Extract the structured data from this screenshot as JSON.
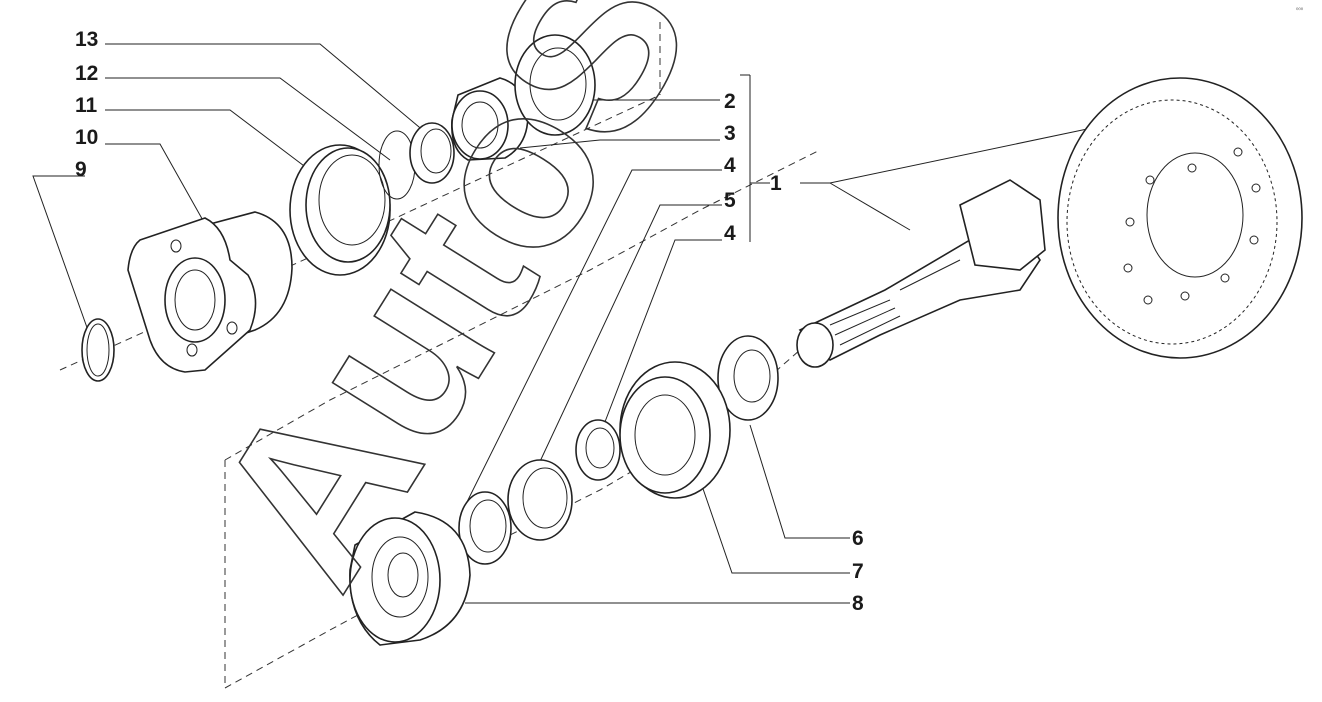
{
  "diagram": {
    "watermark": "AutoSoft",
    "corner_ref": "⁰⁰⁰",
    "callouts": [
      "1",
      "2",
      "3",
      "4",
      "5",
      "4",
      "6",
      "7",
      "8",
      "9",
      "10",
      "11",
      "12",
      "13"
    ]
  }
}
